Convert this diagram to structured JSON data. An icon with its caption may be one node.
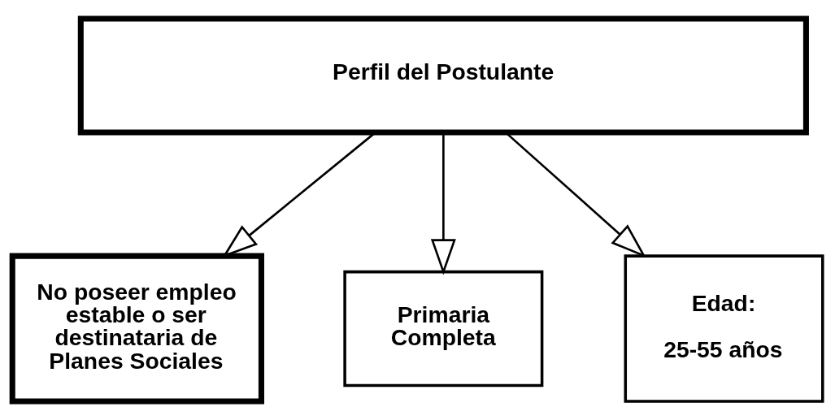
{
  "diagram": {
    "nodes": [
      {
        "text": [
          "Perfil del Postulante"
        ]
      },
      {
        "text": [
          "No poseer empleo estable o ser destinataria de Planes Sociales"
        ]
      },
      {
        "text": [
          "Primaria Completa"
        ]
      },
      {
        "text": [
          "Edad:",
          "25-55 años"
        ]
      }
    ],
    "edges": [
      {
        "from": 0,
        "to": 1,
        "arrow": "to"
      },
      {
        "from": 0,
        "to": 2,
        "arrow": "to"
      },
      {
        "from": 0,
        "to": 3,
        "arrow": "to"
      }
    ]
  }
}
